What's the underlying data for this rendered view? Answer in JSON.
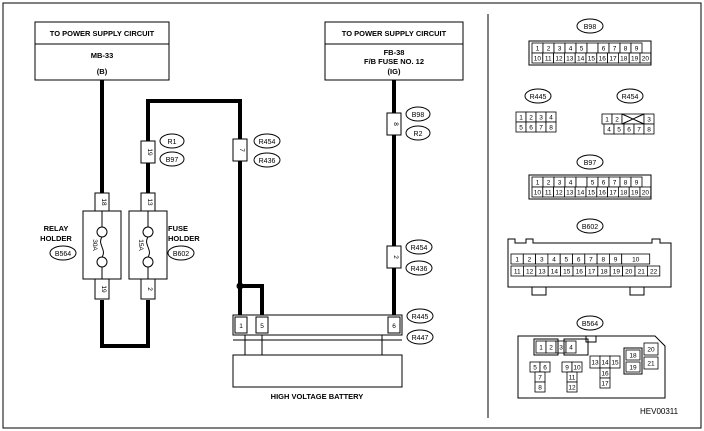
{
  "supply_left": {
    "title": "TO POWER SUPPLY CIRCUIT",
    "name": "MB-33",
    "sub": "(B)"
  },
  "supply_right": {
    "title": "TO POWER SUPPLY CIRCUIT",
    "name": "FB-38",
    "name2": "F/B FUSE NO. 12",
    "sub": "(IG)"
  },
  "relay": {
    "label1": "RELAY",
    "label2": "HOLDER",
    "tag": "B564",
    "rating": "30A",
    "pin_top": "18",
    "pin_bottom": "19"
  },
  "fuse": {
    "label1": "FUSE",
    "label2": "HOLDER",
    "tag": "B602",
    "rating": "15A",
    "pin_top": "13",
    "pin_bottom": "2"
  },
  "conn_r1": {
    "tag1": "R1",
    "tag2": "B97",
    "pin": "19"
  },
  "conn_r454a": {
    "tag1": "R454",
    "tag2": "R436",
    "pin": "7"
  },
  "conn_b98": {
    "tag1": "B98",
    "tag2": "R2",
    "pin": "8"
  },
  "conn_r454b": {
    "tag1": "R454",
    "tag2": "R436",
    "pin": "2"
  },
  "battery": {
    "label": "HIGH VOLTAGE BATTERY",
    "pin1": "1",
    "pin5": "5",
    "pin6": "6",
    "tag1": "R445",
    "tag2": "R447"
  },
  "connectors": {
    "b98": {
      "tag": "B98",
      "row1": [
        "1",
        "2",
        "3",
        "4",
        "5",
        "",
        "6",
        "7",
        "8",
        "9"
      ],
      "row2": [
        "10",
        "11",
        "12",
        "13",
        "14",
        "15",
        "16",
        "17",
        "18",
        "19",
        "20"
      ]
    },
    "r445": {
      "tag": "R445",
      "row1": [
        "1",
        "2",
        "3",
        "4"
      ],
      "row2": [
        "5",
        "6",
        "7",
        "8"
      ]
    },
    "r454": {
      "tag": "R454",
      "row1": [
        "1",
        "2",
        "3"
      ],
      "row2": [
        "4",
        "5",
        "6",
        "7",
        "8"
      ]
    },
    "b97": {
      "tag": "B97",
      "row1": [
        "1",
        "2",
        "3",
        "4",
        "",
        "5",
        "6",
        "7",
        "8",
        "9"
      ],
      "row2": [
        "10",
        "11",
        "12",
        "13",
        "14",
        "15",
        "16",
        "17",
        "18",
        "19",
        "20"
      ]
    },
    "b602": {
      "tag": "B602",
      "row1": [
        "1",
        "2",
        "3",
        "4",
        "5",
        "6",
        "7",
        "8",
        "9",
        "10"
      ],
      "row2": [
        "11",
        "12",
        "13",
        "14",
        "15",
        "16",
        "17",
        "18",
        "19",
        "20",
        "21",
        "22"
      ]
    },
    "b564": {
      "tag": "B564",
      "pins": [
        "1",
        "2",
        "3",
        "4",
        "5",
        "6",
        "7",
        "8",
        "9",
        "10",
        "11",
        "12",
        "13",
        "14",
        "15",
        "16",
        "17",
        "18",
        "19",
        "20",
        "21"
      ]
    }
  },
  "figure_code": "HEV00311"
}
